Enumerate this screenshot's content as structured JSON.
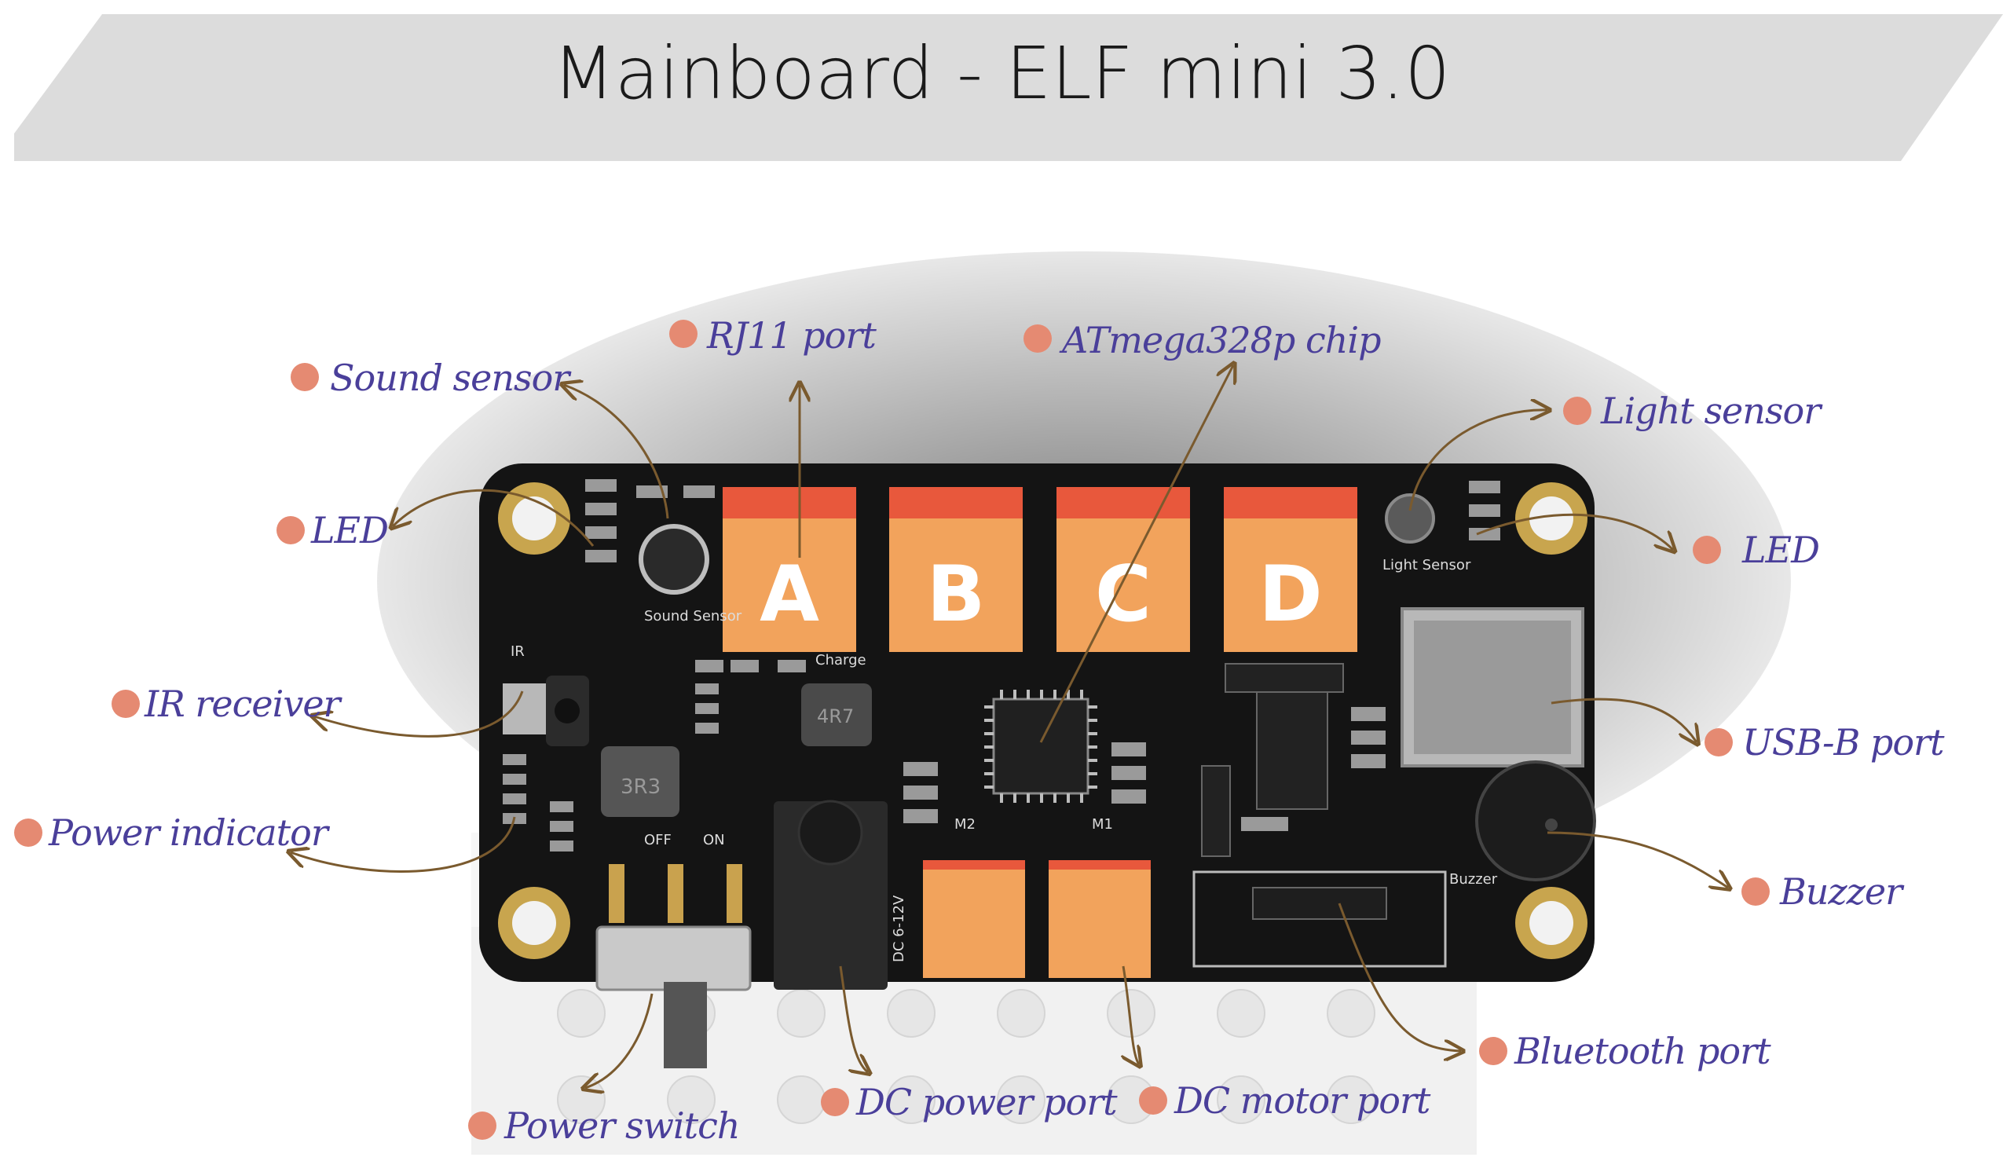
{
  "title": "Mainboard - ELF mini 3.0",
  "ports": {
    "a": "A",
    "b": "B",
    "c": "C",
    "d": "D"
  },
  "silkscreen": {
    "sound": "Sound Sensor",
    "light": "Light Sensor",
    "charge": "Charge",
    "ir": "IR",
    "off": "OFF",
    "on": "ON",
    "buzzer": "Buzzer",
    "dc": "DC 6-12V",
    "m1": "M1",
    "m2": "M2",
    "inductor1": "4R7",
    "inductor2": "3R3"
  },
  "labels": {
    "rj11": "RJ11 port",
    "chip": "ATmega328p chip",
    "sound": "Sound sensor",
    "led_left": "LED",
    "ir": "IR receiver",
    "power_indicator": "Power indicator",
    "power_switch": "Power switch",
    "dc_power": "DC power port",
    "dc_motor": "DC motor port",
    "bluetooth": "Bluetooth port",
    "buzzer": "Buzzer",
    "usb": "USB-B port",
    "led_right": "LED",
    "light": "Light sensor"
  },
  "colors": {
    "accent_dot": "#e58a72",
    "label_text": "#4a3f9a",
    "arrow": "#7a5a2e",
    "board": "#141414",
    "port_orange": "#f2a35c",
    "title_banner": "#dcdcdc"
  }
}
